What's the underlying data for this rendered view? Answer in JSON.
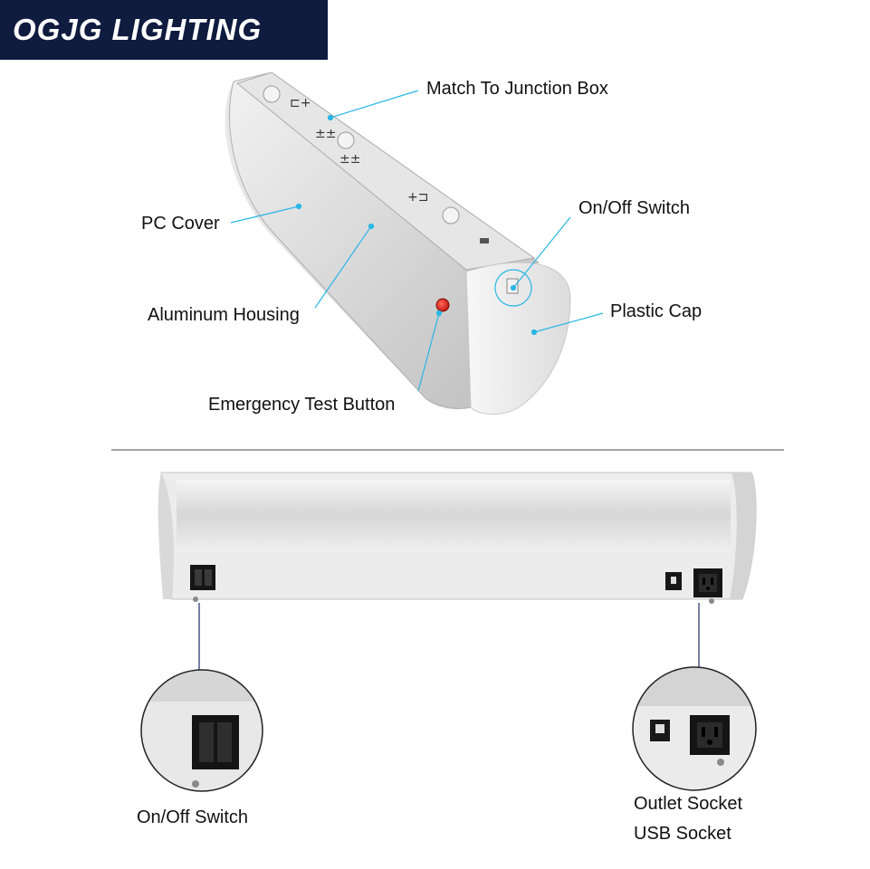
{
  "brand": {
    "name": "OGJG LIGHTING",
    "background": "#0f1b3f",
    "text_color": "#ffffff"
  },
  "callout_color": "#29b6e6",
  "bottom_callout_color": "#1f2a6b",
  "top_view": {
    "callouts": [
      "Match To Junction Box",
      "On/Off Switch",
      "PC Cover",
      "Aluminum Housing",
      "Plastic Cap",
      "Emergency Test Button"
    ]
  },
  "bottom_view": {
    "left_callout": "On/Off Switch",
    "right_callouts": [
      "Outlet Socket",
      "USB Socket"
    ]
  }
}
